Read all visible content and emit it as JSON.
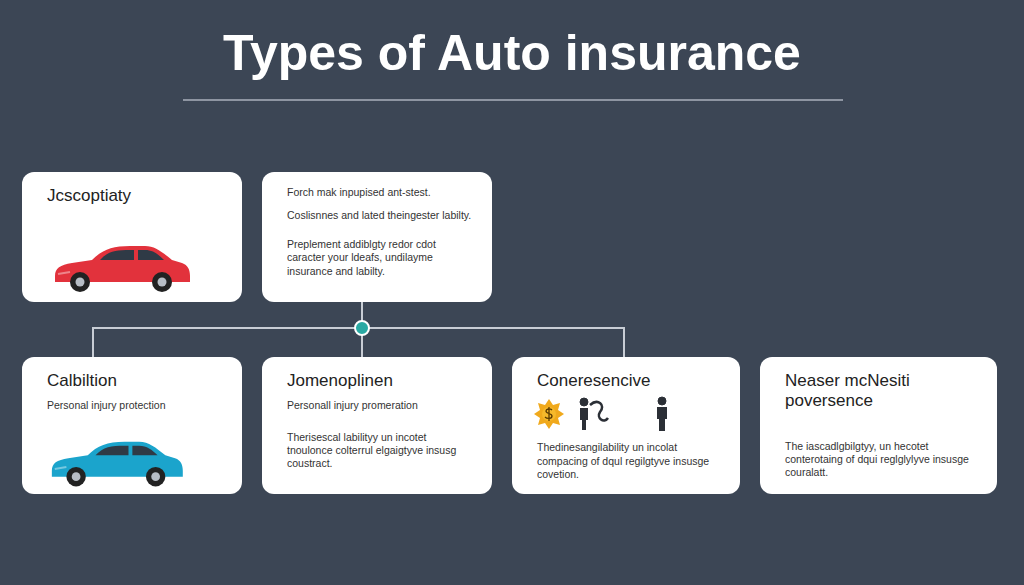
{
  "diagram": {
    "title": "Types of Auto insurance",
    "nodes": [
      {
        "text": [
          "Jcscoptiaty"
        ]
      },
      {
        "text": [
          "Forch mak inpupised ant-stest.",
          "Coslisnnes and lated theingester labilty.",
          "Preplement addiblgty redor cdot caracter your ldeafs, undilayme insurance and labilty."
        ]
      },
      {
        "text": [
          "Calbiltion",
          "Personal injury protection"
        ]
      },
      {
        "text": [
          "Jomenoplinen",
          "Personall injury promeration",
          "Therisescal labilityy un incotet tnoulonce colterrul elgaigtyve insusg coustract."
        ]
      },
      {
        "text": [
          "Coneresencive",
          "Thedinesangilability un incolat compacing of dqul regilgtyve insusge covetion."
        ]
      },
      {
        "text": [
          "Neaser mcNesiti poversence",
          "The iascadlgbilgtyy, un hecotet conterotaing of dqui reglglylyve insusge couralatt."
        ]
      }
    ],
    "edges": [
      {
        "from": 1,
        "to": 2,
        "arrow": "none"
      },
      {
        "from": 1,
        "to": 3,
        "arrow": "none"
      },
      {
        "from": 1,
        "to": 4,
        "arrow": "none"
      }
    ]
  }
}
